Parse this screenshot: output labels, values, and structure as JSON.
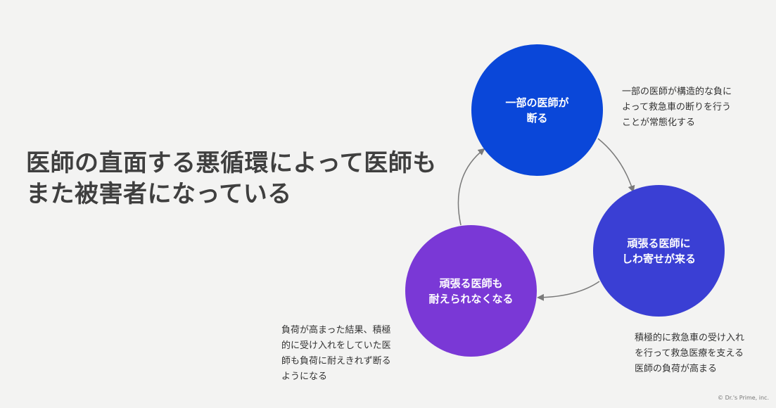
{
  "title": "医師の直面する悪循環によって医師も\nまた被害者になっている",
  "cycle": {
    "nodes": [
      {
        "label": "一部の医師が\n断る",
        "color": "#0a47d9"
      },
      {
        "label": "頑張る医師に\nしわ寄せが来る",
        "color": "#3a3fd4"
      },
      {
        "label": "頑張る医師も\n耐えられなくなる",
        "color": "#7a38d6"
      }
    ],
    "notes": [
      "一部の医師が構造的な負に\nよって救急車の断りを行う\nことが常態化する",
      "積極的に救急車の受け入れ\nを行って救急医療を支える\n医師の負荷が高まる",
      "負荷が高まった結果、積極\n的に受け入れをしていた医\n師も負荷に耐えきれず断る\nようになる"
    ],
    "arrow_color": "#7a7a7a"
  },
  "footer": {
    "copyright": "© Dr.'s Prime, inc."
  }
}
